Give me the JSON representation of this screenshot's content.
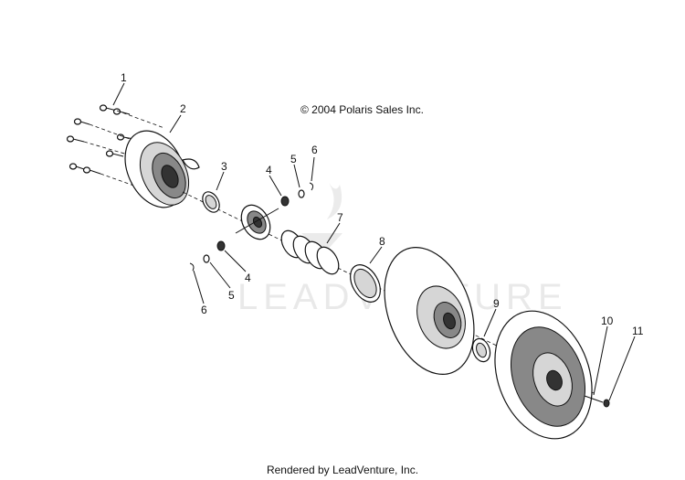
{
  "copyright": "© 2004 Polaris Sales Inc.",
  "footer": "Rendered by LeadVenture, Inc.",
  "watermark": "LEADVENTURE",
  "callouts": [
    "1",
    "2",
    "3",
    "4",
    "5",
    "6",
    "7",
    "8",
    "9",
    "10",
    "11",
    "4",
    "5",
    "6"
  ]
}
